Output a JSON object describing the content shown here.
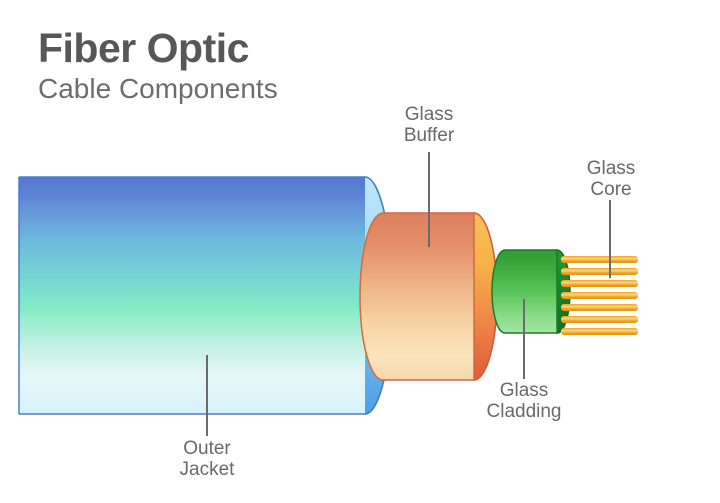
{
  "title": {
    "main": "Fiber Optic",
    "sub": "Cable Components"
  },
  "labels": {
    "glass_buffer": "Glass\nBuffer",
    "glass_core": "Glass\nCore",
    "glass_cladding": "Glass\nCladding",
    "outer_jacket": "Outer\nJacket"
  },
  "diagram": {
    "type": "cutaway-cross-section",
    "subject": "fiber optic cable",
    "layers_outer_to_inner": [
      "Outer Jacket",
      "Glass Buffer",
      "Glass Cladding",
      "Glass Core"
    ],
    "core_strand_count": 7
  },
  "colors": {
    "title_main": "#575757",
    "title_sub": "#6d6d6d",
    "label_text": "#6a6a6a",
    "leader_line": "#6b6b6b",
    "jacket_top": "#5a7fd4",
    "jacket_mid": "#7fe8c8",
    "jacket_bottom": "#e9f8fd",
    "jacket_cap_fill": "#96d2f6",
    "jacket_stroke": "#4a7fc9",
    "buffer_top": "#e0805f",
    "buffer_bottom": "#fbe2b4",
    "buffer_face_top": "#f6b64a",
    "buffer_face_bottom": "#e2623f",
    "buffer_stroke": "#d4603c",
    "cladding_top": "#35a03a",
    "cladding_bottom": "#9fe39f",
    "cladding_face": "#1d8a2a",
    "cladding_stroke": "#1d6b22",
    "core_strand": "#f2a31e",
    "core_strand_light": "#ffcf72"
  }
}
